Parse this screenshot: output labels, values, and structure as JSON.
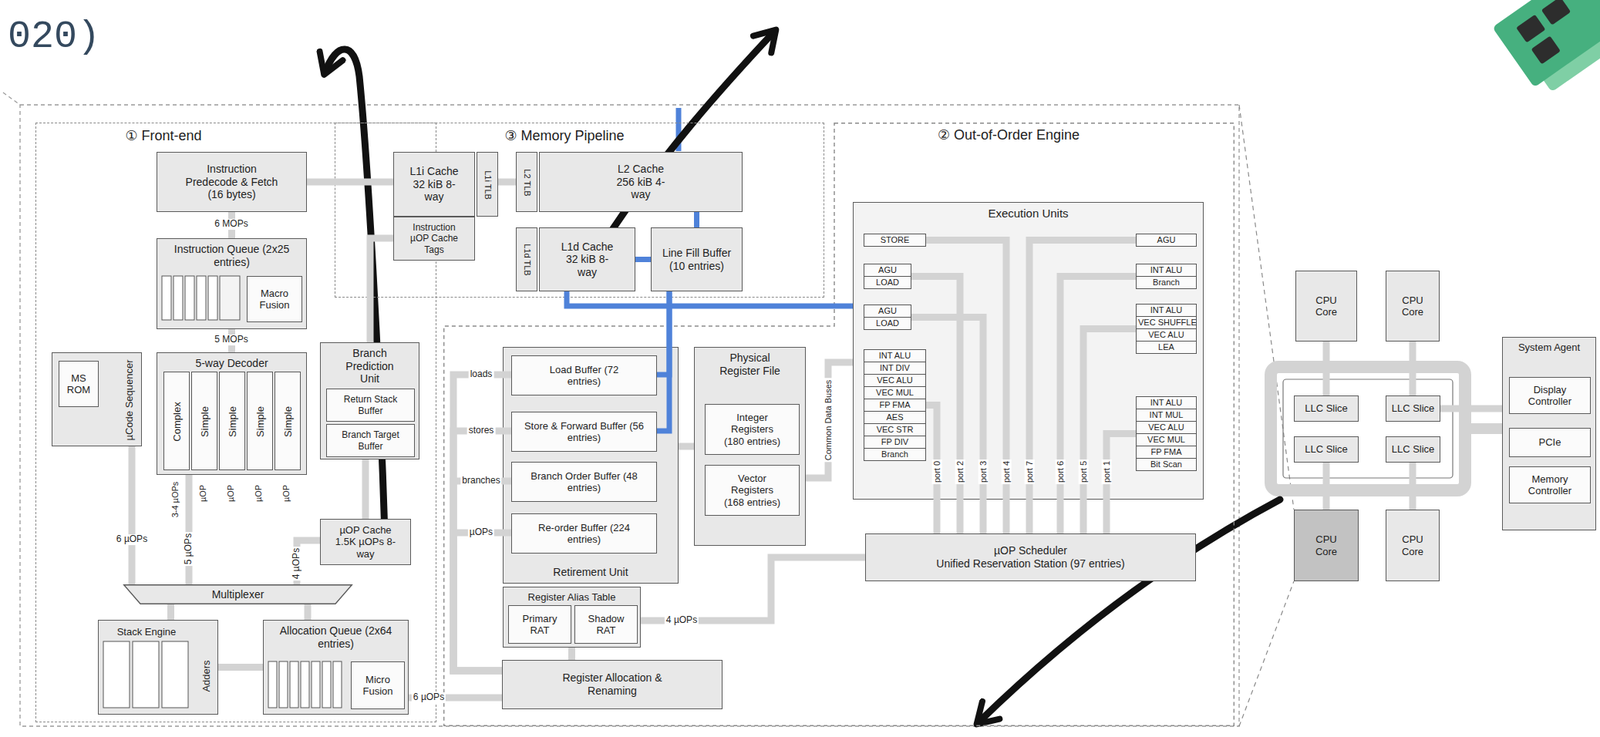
{
  "diagram": {
    "nodes": [
      {
        "text": [
          "① Front-end"
        ]
      },
      {
        "text": [
          "Instruction Predecode & Fetch (16 bytes)"
        ],
        "in": 0
      },
      {
        "text": [
          "Instruction Queue (2x25 entries)"
        ],
        "in": 0
      },
      {
        "text": [
          "Macro Fusion"
        ],
        "in": 2
      },
      {
        "text": [
          "µCode Sequencer"
        ],
        "in": 0
      },
      {
        "text": [
          "MS ROM"
        ],
        "in": 4
      },
      {
        "text": [
          "5-way Decoder"
        ],
        "in": 0
      },
      {
        "text": [
          "Complex"
        ],
        "in": 6
      },
      {
        "text": [
          "Simple"
        ],
        "in": 6
      },
      {
        "text": [
          "Simple"
        ],
        "in": 6
      },
      {
        "text": [
          "Simple"
        ],
        "in": 6
      },
      {
        "text": [
          "Simple"
        ],
        "in": 6
      },
      {
        "text": [
          "Branch Prediction Unit"
        ],
        "in": 0
      },
      {
        "text": [
          "Return Stack Buffer"
        ],
        "in": 12
      },
      {
        "text": [
          "Branch Target Buffer"
        ],
        "in": 12
      },
      {
        "text": [
          "µOP Cache 1.5K µOPs 8-way"
        ],
        "in": 0
      },
      {
        "text": [
          "Multiplexer"
        ],
        "in": 0
      },
      {
        "text": [
          "Stack Engine",
          "Adders"
        ],
        "in": 0
      },
      {
        "text": [
          "Allocation Queue (2x64 entries)"
        ],
        "in": 0
      },
      {
        "text": [
          "Micro Fusion"
        ],
        "in": 18
      },
      {
        "text": [
          "③ Memory Pipeline"
        ]
      },
      {
        "text": [
          "L1i Cache 32 kiB 8-way"
        ],
        "in": 20
      },
      {
        "text": [
          "L1i TLB"
        ],
        "in": 20
      },
      {
        "text": [
          "Instruction µOP Cache Tags"
        ],
        "in": 20
      },
      {
        "text": [
          "L2 TLB"
        ],
        "in": 20
      },
      {
        "text": [
          "L2 Cache 256 kiB 4-way"
        ],
        "in": 20
      },
      {
        "text": [
          "L1d TLB"
        ],
        "in": 20
      },
      {
        "text": [
          "L1d Cache 32 kiB 8-way"
        ],
        "in": 20
      },
      {
        "text": [
          "Line Fill Buffer (10 entries)"
        ],
        "in": 20
      },
      {
        "text": [
          "② Out-of-Order Engine"
        ]
      },
      {
        "text": [
          "Execution Units"
        ],
        "in": 29
      },
      {
        "text": [
          "STORE"
        ],
        "in": 30
      },
      {
        "text": [
          "AGU",
          "LOAD"
        ],
        "in": 30
      },
      {
        "text": [
          "AGU",
          "LOAD"
        ],
        "in": 30
      },
      {
        "text": [
          "INT ALU",
          "INT DIV",
          "VEC ALU",
          "VEC MUL",
          "FP FMA",
          "AES",
          "VEC STR",
          "FP DIV",
          "Branch"
        ],
        "in": 30
      },
      {
        "text": [
          "AGU"
        ],
        "in": 30
      },
      {
        "text": [
          "INT ALU",
          "Branch"
        ],
        "in": 30
      },
      {
        "text": [
          "INT ALU",
          "VEC SHUFFLE",
          "VEC ALU",
          "LEA"
        ],
        "in": 30
      },
      {
        "text": [
          "INT ALU",
          "INT MUL",
          "VEC ALU",
          "VEC MUL",
          "FP FMA",
          "Bit Scan"
        ],
        "in": 30
      },
      {
        "text": [
          "µOP Scheduler",
          "Unified Reservation Station (97 entries)"
        ],
        "in": 29
      },
      {
        "text": [
          "Retirement Unit"
        ],
        "in": 29
      },
      {
        "text": [
          "Load Buffer (72 entries)"
        ],
        "in": 40
      },
      {
        "text": [
          "Store & Forward Buffer (56 entries)"
        ],
        "in": 40
      },
      {
        "text": [
          "Branch Order Buffer (48 entries)"
        ],
        "in": 40
      },
      {
        "text": [
          "Re-order Buffer (224 entries)"
        ],
        "in": 40
      },
      {
        "text": [
          "Physical Register File"
        ],
        "in": 29
      },
      {
        "text": [
          "Integer Registers (180 entries)"
        ],
        "in": 45
      },
      {
        "text": [
          "Vector Registers (168 entries)"
        ],
        "in": 45
      },
      {
        "text": [
          "Register Alias Table"
        ],
        "in": 29
      },
      {
        "text": [
          "Primary RAT"
        ],
        "in": 48
      },
      {
        "text": [
          "Shadow RAT"
        ],
        "in": 48
      },
      {
        "text": [
          "Register Allocation & Renaming"
        ],
        "in": 29
      },
      {
        "text": [
          "CPU Core"
        ]
      },
      {
        "text": [
          "CPU Core"
        ]
      },
      {
        "text": [
          "LLC Slice"
        ]
      },
      {
        "text": [
          "LLC Slice"
        ]
      },
      {
        "text": [
          "LLC Slice"
        ]
      },
      {
        "text": [
          "LLC Slice"
        ]
      },
      {
        "text": [
          "CPU Core"
        ]
      },
      {
        "text": [
          "CPU Core"
        ]
      },
      {
        "text": [
          "System Agent"
        ]
      },
      {
        "text": [
          "Display Controller"
        ],
        "in": 60
      },
      {
        "text": [
          "PCIe"
        ],
        "in": 60
      },
      {
        "text": [
          "Memory Controller"
        ],
        "in": 60
      }
    ],
    "edges": [
      {
        "from": 1,
        "to": 2,
        "arrow": "none",
        "label": "6 MOPs"
      },
      {
        "from": 2,
        "to": 6,
        "arrow": "none",
        "label": "5 MOPs"
      },
      {
        "from": 21,
        "to": 1,
        "arrow": "none"
      },
      {
        "from": 6,
        "to": 16,
        "arrow": "none",
        "label": "5 µOPs"
      },
      {
        "from": 4,
        "to": 16,
        "arrow": "none",
        "label": "6 µOPs"
      },
      {
        "from": 15,
        "to": 16,
        "arrow": "none",
        "label": "4 µOPs"
      },
      {
        "from": 15,
        "to": 12,
        "arrow": "none"
      },
      {
        "from": 12,
        "to": 23,
        "arrow": "none"
      },
      {
        "from": 16,
        "to": 18,
        "arrow": "none"
      },
      {
        "from": 16,
        "to": 17,
        "arrow": "none"
      },
      {
        "from": 17,
        "to": 18,
        "arrow": "none"
      },
      {
        "from": 18,
        "to": 51,
        "arrow": "none",
        "label": "6 µOPs"
      },
      {
        "from": 51,
        "to": 41,
        "arrow": "none",
        "label": "loads"
      },
      {
        "from": 51,
        "to": 42,
        "arrow": "none",
        "label": "stores"
      },
      {
        "from": 51,
        "to": 43,
        "arrow": "none",
        "label": "branches"
      },
      {
        "from": 51,
        "to": 44,
        "arrow": "none",
        "label": "µOPs"
      },
      {
        "from": 51,
        "to": 48,
        "arrow": "none"
      },
      {
        "from": 48,
        "to": 39,
        "arrow": "none",
        "label": "4 µOPs"
      },
      {
        "from": 40,
        "to": 45,
        "arrow": "none"
      },
      {
        "from": 45,
        "to": 30,
        "arrow": "none"
      },
      {
        "from": 39,
        "to": 34,
        "arrow": "none"
      },
      {
        "from": 39,
        "to": 32,
        "arrow": "none"
      },
      {
        "from": 39,
        "to": 33,
        "arrow": "none"
      },
      {
        "from": 39,
        "to": 31,
        "arrow": "none"
      },
      {
        "from": 39,
        "to": 35,
        "arrow": "none"
      },
      {
        "from": 39,
        "to": 36,
        "arrow": "none"
      },
      {
        "from": 39,
        "to": 37,
        "arrow": "none"
      },
      {
        "from": 39,
        "to": 38,
        "arrow": "none"
      },
      {
        "from": 27,
        "to": 28,
        "arrow": "none"
      },
      {
        "from": 28,
        "to": 25,
        "arrow": "none"
      },
      {
        "from": 27,
        "to": 30,
        "arrow": "none"
      },
      {
        "from": 28,
        "to": 41,
        "arrow": "none"
      },
      {
        "from": 28,
        "to": 42,
        "arrow": "none"
      },
      {
        "from": 22,
        "to": 24,
        "arrow": "none"
      },
      {
        "from": 52,
        "to": 54,
        "arrow": "none"
      },
      {
        "from": 53,
        "to": 55,
        "arrow": "none"
      },
      {
        "from": 58,
        "to": 56,
        "arrow": "none"
      },
      {
        "from": 59,
        "to": 57,
        "arrow": "none"
      },
      {
        "from": 55,
        "to": 60,
        "arrow": "none"
      }
    ],
    "labels": [
      "020)",
      "3-4 µOPs",
      "µOP",
      "µOP",
      "µOP",
      "µOP",
      "port 0",
      "port 2",
      "port 3",
      "port 4",
      "port 7",
      "port 6",
      "port 5",
      "port 1",
      "Common Data Buses"
    ]
  }
}
